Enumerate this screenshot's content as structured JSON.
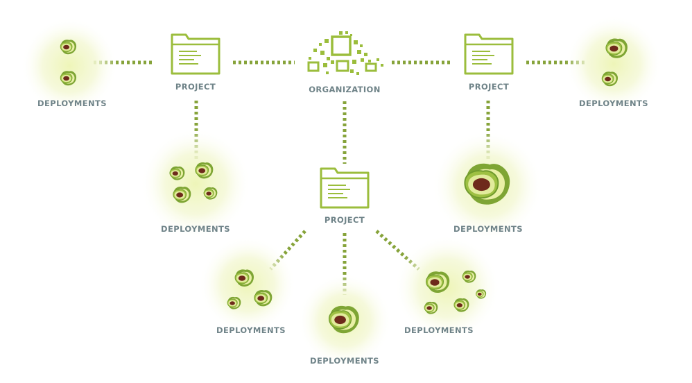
{
  "colors": {
    "connector": "#86a33a",
    "folder_stroke": "#9bbd3c",
    "glow": "#f0f6c4",
    "avocado_skin": "#7ea534",
    "avocado_flesh": "#e9f0a6",
    "avocado_pit": "#6e2a1b",
    "label": "#6f8388"
  },
  "organization": {
    "label": "ORGANIZATION",
    "icon": "organization-pixel-icon"
  },
  "projects": [
    {
      "label": "PROJECT",
      "icon": "folder-icon"
    },
    {
      "label": "PROJECT",
      "icon": "folder-icon"
    },
    {
      "label": "PROJECT",
      "icon": "folder-icon"
    }
  ],
  "deployments": [
    {
      "label": "DEPLOYMENTS",
      "icon": "avocado-icon",
      "count": 2
    },
    {
      "label": "DEPLOYMENTS",
      "icon": "avocado-icon",
      "count": 4
    },
    {
      "label": "DEPLOYMENTS",
      "icon": "avocado-icon",
      "count": 2
    },
    {
      "label": "DEPLOYMENTS",
      "icon": "avocado-icon",
      "count": 1
    },
    {
      "label": "DEPLOYMENTS",
      "icon": "avocado-icon",
      "count": 3
    },
    {
      "label": "DEPLOYMENTS",
      "icon": "avocado-icon",
      "count": 1
    },
    {
      "label": "DEPLOYMENTS",
      "icon": "avocado-icon",
      "count": 5
    }
  ]
}
